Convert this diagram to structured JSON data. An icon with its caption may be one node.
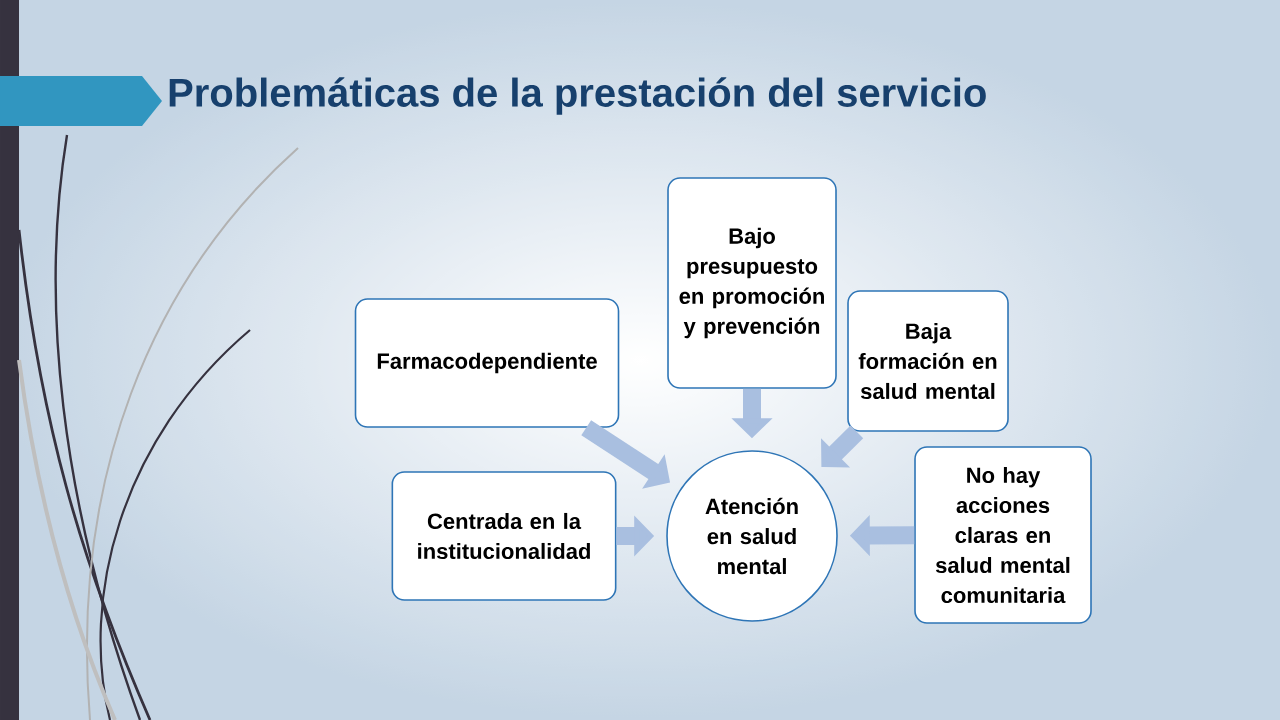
{
  "diagram": {
    "title": "Problemáticas de la prestación del servicio",
    "nodes": [
      {
        "text": [
          "Atención en salud mental"
        ]
      },
      {
        "text": [
          "Farmacodependiente"
        ]
      },
      {
        "text": [
          "Bajo presupuesto en promoción y prevención"
        ]
      },
      {
        "text": [
          "Baja formación en salud mental"
        ]
      },
      {
        "text": [
          "Centrada en la institucionalidad"
        ]
      },
      {
        "text": [
          "No hay acciones claras en salud mental comunitaria"
        ]
      }
    ],
    "edges": [
      {
        "from": 1,
        "to": 0,
        "arrow": "to"
      },
      {
        "from": 2,
        "to": 0,
        "arrow": "to"
      },
      {
        "from": 3,
        "to": 0,
        "arrow": "to"
      },
      {
        "from": 4,
        "to": 0,
        "arrow": "to"
      },
      {
        "from": 5,
        "to": 0,
        "arrow": "to"
      }
    ]
  }
}
